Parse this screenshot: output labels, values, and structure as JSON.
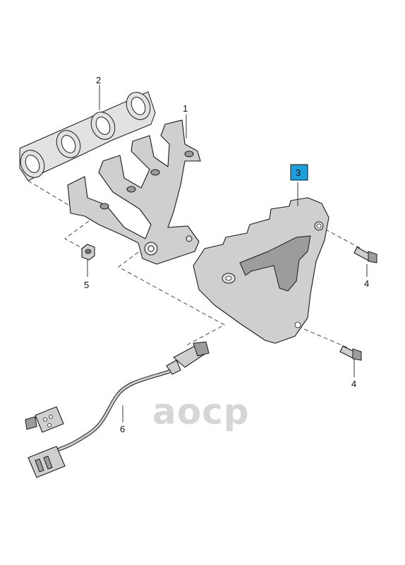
{
  "callouts": {
    "c1": "1",
    "c2": "2",
    "c3": "3",
    "c4a": "4",
    "c4b": "4",
    "c5": "5",
    "c6": "6"
  },
  "highlight_color": "#1aa0dc",
  "watermark": "aocp"
}
